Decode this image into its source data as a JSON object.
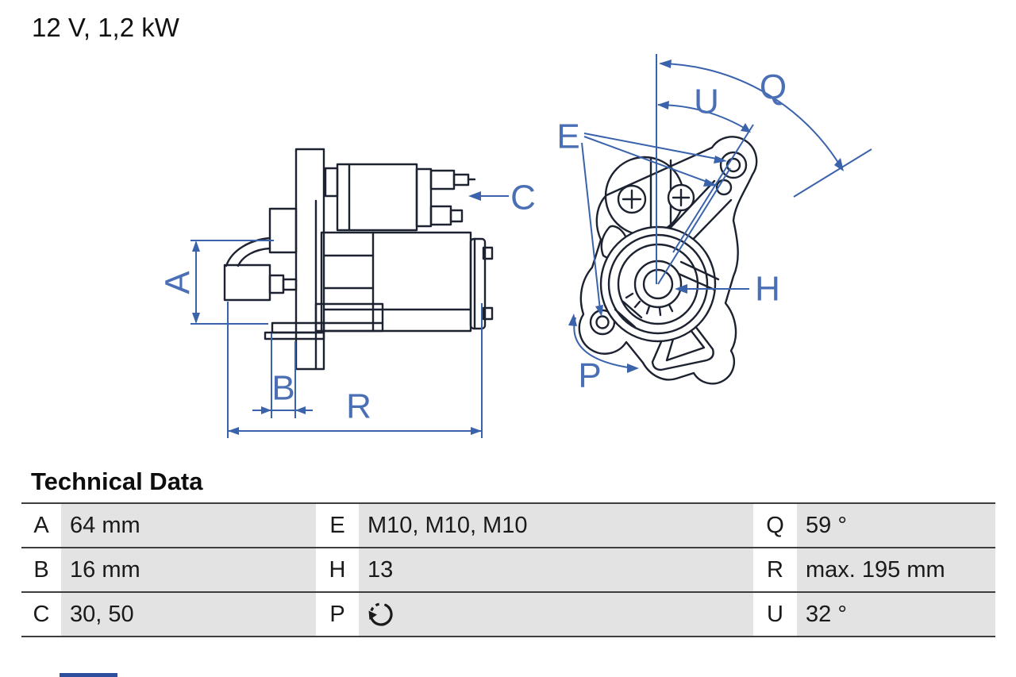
{
  "title": "12 V, 1,2 kW",
  "colors": {
    "dimension_blue": "#3a63ac",
    "label_blue": "#4a6fb5",
    "drawing_dark": "#1c2230",
    "table_cell_gray": "#e3e3e3",
    "table_line": "#3e3e3e"
  },
  "diagram": {
    "side_view_labels": {
      "a": "A",
      "b": "B",
      "c": "C",
      "r": "R"
    },
    "front_view_labels": {
      "e": "E",
      "h": "H",
      "p": "P",
      "q": "Q",
      "u": "U"
    }
  },
  "technical_data": {
    "heading": "Technical Data",
    "rows": [
      [
        {
          "k": "A",
          "v": "64 mm"
        },
        {
          "k": "E",
          "v": "M10, M10, M10"
        },
        {
          "k": "Q",
          "v": "59 °"
        }
      ],
      [
        {
          "k": "B",
          "v": "16 mm"
        },
        {
          "k": "H",
          "v": "13"
        },
        {
          "k": "R",
          "v": "max. 195 mm"
        }
      ],
      [
        {
          "k": "C",
          "v": "30, 50"
        },
        {
          "k": "P",
          "v": "",
          "icon": "rotation-direction-icon"
        },
        {
          "k": "U",
          "v": "32 °"
        }
      ]
    ]
  }
}
